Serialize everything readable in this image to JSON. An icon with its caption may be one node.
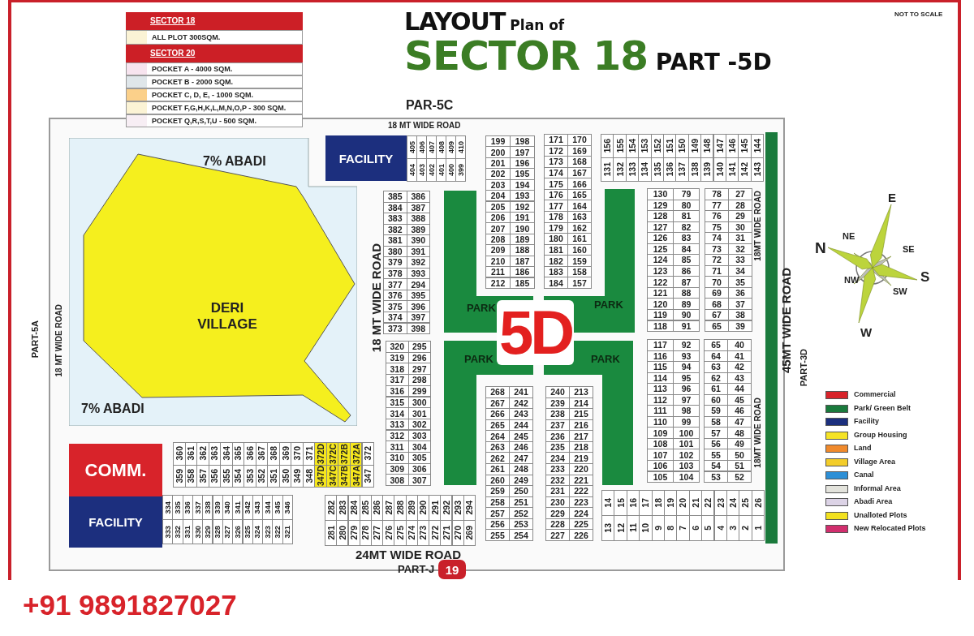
{
  "diagram": {
    "title": "LAYOUT Plan of SECTOR 18 PART -5D",
    "nodes": [
      {
        "text": [
          "7% ABADI",
          "7% ABADI"
        ]
      },
      {
        "text": [
          "DERI VILLAGE"
        ],
        "in": 0
      },
      {
        "text": [
          "FACILITY"
        ]
      },
      {
        "text": [
          "PARK"
        ]
      },
      {
        "text": [
          "PARK"
        ]
      },
      {
        "text": [
          "PARK"
        ]
      },
      {
        "text": [
          "PARK"
        ]
      },
      {
        "text": [
          "COMM."
        ]
      },
      {
        "text": [
          "FACILITY"
        ]
      },
      {
        "text": [
          "19"
        ]
      }
    ],
    "edges": [],
    "labels": [
      "SECTOR 18",
      "SECTOR 20",
      "NOT TO SCALE",
      "PAR-5C",
      "18 MT WIDE ROAD",
      "405",
      "406",
      "407",
      "408",
      "409",
      "410",
      "404",
      "403",
      "402",
      "401",
      "400",
      "399",
      "199",
      "198",
      "200",
      "197",
      "201",
      "196",
      "202",
      "195",
      "203",
      "194",
      "204",
      "193",
      "205",
      "192",
      "206",
      "191",
      "207",
      "190",
      "208",
      "189",
      "209",
      "188",
      "210",
      "187",
      "211",
      "186",
      "212",
      "185",
      "171",
      "170",
      "172",
      "169",
      "173",
      "168",
      "174",
      "167",
      "175",
      "166",
      "176",
      "165",
      "177",
      "164",
      "178",
      "163",
      "179",
      "162",
      "180",
      "161",
      "181",
      "160",
      "182",
      "159",
      "183",
      "158",
      "184",
      "157",
      "156",
      "155",
      "154",
      "153",
      "152",
      "151",
      "150",
      "149",
      "148",
      "147",
      "146",
      "145",
      "144",
      "131",
      "132",
      "133",
      "134",
      "135",
      "136",
      "137",
      "138",
      "139",
      "140",
      "141",
      "142",
      "143",
      "385",
      "386",
      "384",
      "387",
      "383",
      "388",
      "382",
      "389",
      "381",
      "390",
      "380",
      "391",
      "379",
      "392",
      "378",
      "393",
      "377",
      "294",
      "376",
      "395",
      "375",
      "396",
      "374",
      "397",
      "373",
      "398",
      "130",
      "79",
      "129",
      "80",
      "128",
      "81",
      "127",
      "82",
      "126",
      "83",
      "125",
      "84",
      "124",
      "85",
      "123",
      "86",
      "122",
      "87",
      "121",
      "88",
      "120",
      "89",
      "119",
      "90",
      "118",
      "91",
      "78",
      "27",
      "77",
      "28",
      "76",
      "29",
      "75",
      "30",
      "74",
      "31",
      "73",
      "32",
      "72",
      "33",
      "71",
      "34",
      "70",
      "35",
      "69",
      "36",
      "68",
      "37",
      "67",
      "38",
      "65",
      "39",
      "18MT WIDE ROAD",
      "E",
      "NE",
      "N",
      "SE",
      "NW",
      "S",
      "SW",
      "W",
      "PART-5A",
      "18 MT WIDE ROAD",
      "18 MT WIDE ROAD",
      "5D",
      "45MT WIDE ROAD",
      "PART-3D",
      "320",
      "295",
      "319",
      "296",
      "318",
      "297",
      "317",
      "298",
      "316",
      "299",
      "315",
      "300",
      "314",
      "301",
      "313",
      "302",
      "312",
      "303",
      "311",
      "304",
      "310",
      "305",
      "309",
      "306",
      "308",
      "307",
      "117",
      "92",
      "116",
      "93",
      "115",
      "94",
      "114",
      "95",
      "113",
      "96",
      "112",
      "97",
      "111",
      "98",
      "110",
      "99",
      "109",
      "100",
      "108",
      "101",
      "107",
      "102",
      "106",
      "103",
      "105",
      "104",
      "65",
      "40",
      "64",
      "41",
      "63",
      "42",
      "62",
      "43",
      "61",
      "44",
      "60",
      "45",
      "59",
      "46",
      "58",
      "47",
      "57",
      "48",
      "56",
      "49",
      "55",
      "50",
      "54",
      "51",
      "53",
      "52",
      "18MT WIDE ROAD",
      "360",
      "361",
      "362",
      "363",
      "364",
      "365",
      "366",
      "367",
      "368",
      "369",
      "370",
      "371",
      "372D",
      "372C",
      "372B",
      "372A",
      "372",
      "359",
      "358",
      "357",
      "356",
      "355",
      "354",
      "353",
      "352",
      "351",
      "350",
      "349",
      "348",
      "347D",
      "347C",
      "347B",
      "347A",
      "347",
      "268",
      "241",
      "267",
      "242",
      "266",
      "243",
      "265",
      "244",
      "264",
      "245",
      "263",
      "246",
      "262",
      "247",
      "261",
      "248",
      "260",
      "249",
      "259",
      "250",
      "258",
      "251",
      "257",
      "252",
      "256",
      "253",
      "255",
      "254",
      "240",
      "213",
      "239",
      "214",
      "238",
      "215",
      "237",
      "216",
      "236",
      "217",
      "235",
      "218",
      "234",
      "219",
      "233",
      "220",
      "232",
      "221",
      "231",
      "222",
      "230",
      "223",
      "229",
      "224",
      "228",
      "225",
      "227",
      "226",
      "334",
      "335",
      "336",
      "337",
      "338",
      "339",
      "340",
      "341",
      "342",
      "343",
      "344",
      "345",
      "346",
      "333",
      "332",
      "331",
      "330",
      "329",
      "328",
      "327",
      "326",
      "325",
      "324",
      "323",
      "322",
      "321",
      "282",
      "283",
      "284",
      "285",
      "286",
      "287",
      "288",
      "289",
      "290",
      "291",
      "292",
      "293",
      "294",
      "281",
      "280",
      "279",
      "278",
      "277",
      "276",
      "275",
      "274",
      "273",
      "272",
      "271",
      "270",
      "269",
      "14",
      "15",
      "16",
      "17",
      "18",
      "19",
      "20",
      "21",
      "22",
      "23",
      "24",
      "25",
      "26",
      "13",
      "12",
      "11",
      "10",
      "9",
      "8",
      "7",
      "6",
      "5",
      "4",
      "3",
      "2",
      "1",
      "24MT WIDE ROAD",
      "PART-J",
      "+91 9891827027"
    ],
    "legend": [
      {
        "text": "ALL PLOT 300SQM.",
        "color": "#fbf3d5"
      },
      {
        "text": "POCKET A - 4000 SQM.",
        "color": "#f7e4ef"
      },
      {
        "text": "POCKET B - 2000 SQM.",
        "color": "#dfe6ea"
      },
      {
        "text": "POCKET C, D, E, - 1000 SQM.",
        "color": "#fbd08a"
      },
      {
        "text": "POCKET F,G,H,K,L,M,N,O,P - 300 SQM.",
        "color": "#fbf3d5"
      },
      {
        "text": "POCKET Q,R,S,T,U - 500 SQM.",
        "color": "#f7eef4"
      },
      {
        "text": "Commercial",
        "color": "#d8232a"
      },
      {
        "text": "Park/ Green Belt",
        "color": "#1a7a3c"
      },
      {
        "text": "Facility",
        "color": "#1c2f7e"
      },
      {
        "text": "Group Housing",
        "color": "#f5e326"
      },
      {
        "text": "Land",
        "color": "#f08a2c"
      },
      {
        "text": "Village Area",
        "color": "#f3cd2a"
      },
      {
        "text": "Canal",
        "color": "#2d8fd6"
      },
      {
        "text": "Informal Area",
        "color": "#e3e3dc"
      },
      {
        "text": "Abadi Area",
        "color": "#dcd3e6"
      },
      {
        "text": "Unalloted Plots",
        "color": "#f2e11f"
      },
      {
        "text": "New Relocated Plots",
        "color": "#d12f6e"
      }
    ]
  }
}
